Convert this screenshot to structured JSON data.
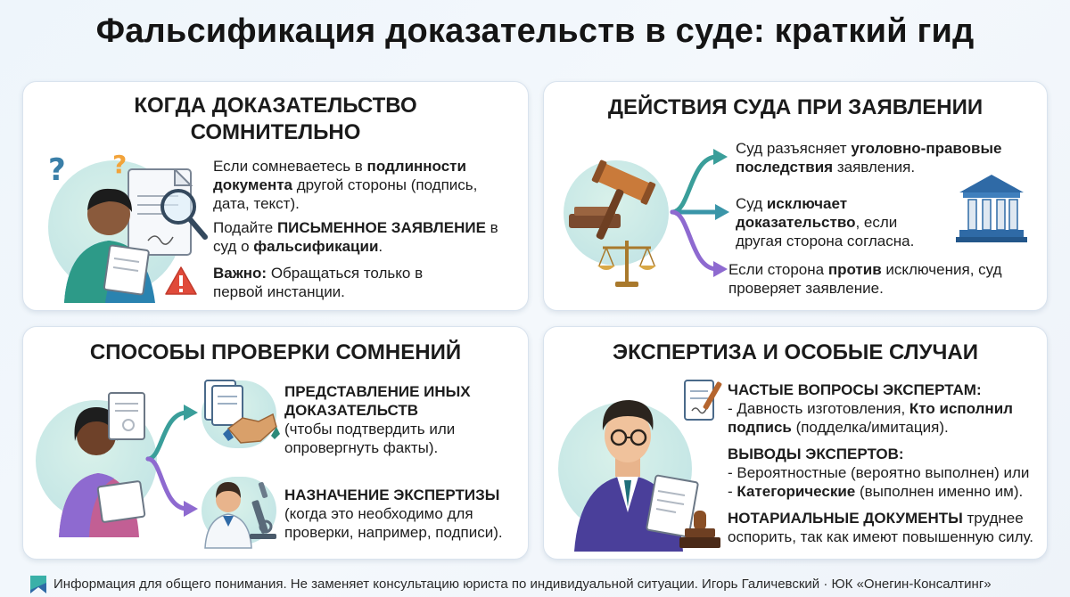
{
  "title": "Фальсификация доказательств в суде: краткий гид",
  "card1": {
    "title_line1": "КОГДА ДОКАЗАТЕЛЬСТВО",
    "title_line2": "СОМНИТЕЛЬНО",
    "p1": {
      "a": "Если сомневаетесь в ",
      "b": "подлинности документа",
      "c": " другой стороны (подпись, дата, текст)."
    },
    "p2": {
      "a": "Подайте ",
      "b": "ПИСЬМЕННОЕ ЗАЯВЛЕНИЕ",
      "c": " в суд о ",
      "d": "фальсификации",
      "e": "."
    },
    "p3": {
      "b": "Важно:",
      "c": " Обращаться только в первой инстанции."
    },
    "q_mark": "?"
  },
  "card2": {
    "title": "ДЕЙСТВИЯ СУДА ПРИ ЗАЯВЛЕНИИ",
    "item1": {
      "a": "Суд разъясняет ",
      "b": "уголовно-правовые последствия",
      "c": " заявления."
    },
    "item2": {
      "a": "Суд ",
      "b": "исключает доказательство",
      "c": ", если другая сторона согласна."
    },
    "item3": {
      "a": "Если сторона ",
      "b": "против",
      "c": " исключения, суд проверяет заявление."
    }
  },
  "card3": {
    "title": "СПОСОБЫ ПРОВЕРКИ СОМНЕНИЙ",
    "item1": {
      "b": "ПРЕДСТАВЛЕНИЕ ИНЫХ ДОКАЗАТЕЛЬСТВ",
      "c": "(чтобы подтвердить или опровергнуть факты)."
    },
    "item2": {
      "b": "НАЗНАЧЕНИЕ ЭКСПЕРТИЗЫ",
      "c": "(когда это необходимо для проверки, например, подписи)."
    }
  },
  "card4": {
    "title": "ЭКСПЕРТИЗА И ОСОБЫЕ СЛУЧАИ",
    "s1_head": "ЧАСТЫЕ ВОПРОСЫ ЭКСПЕРТАМ:",
    "s1_line": {
      "a": "- Давность изготовления, ",
      "b": "Кто исполнил подпись",
      "c": " (подделка/имитация)."
    },
    "s2_head": "ВЫВОДЫ ЭКСПЕРТОВ:",
    "s2_l1": "- Вероятностные (вероятно выполнен) или",
    "s2_l2": {
      "a": "- ",
      "b": "Категорические",
      "c": " (выполнен именно им)."
    },
    "s3": {
      "b": "НОТАРИАЛЬНЫЕ ДОКУМЕНТЫ",
      "c": " труднее оспорить, так как имеют повышенную силу."
    }
  },
  "footer": {
    "text": "Информация для общего понимания. Не заменяет консультацию юриста по индивидуальной ситуации. Игорь Галичевский · ЮК «Онегин-Консалтинг»"
  },
  "colors": {
    "teal": "#3a9e9a",
    "purple": "#8e6ad0",
    "warning_red": "#e04a3a"
  }
}
